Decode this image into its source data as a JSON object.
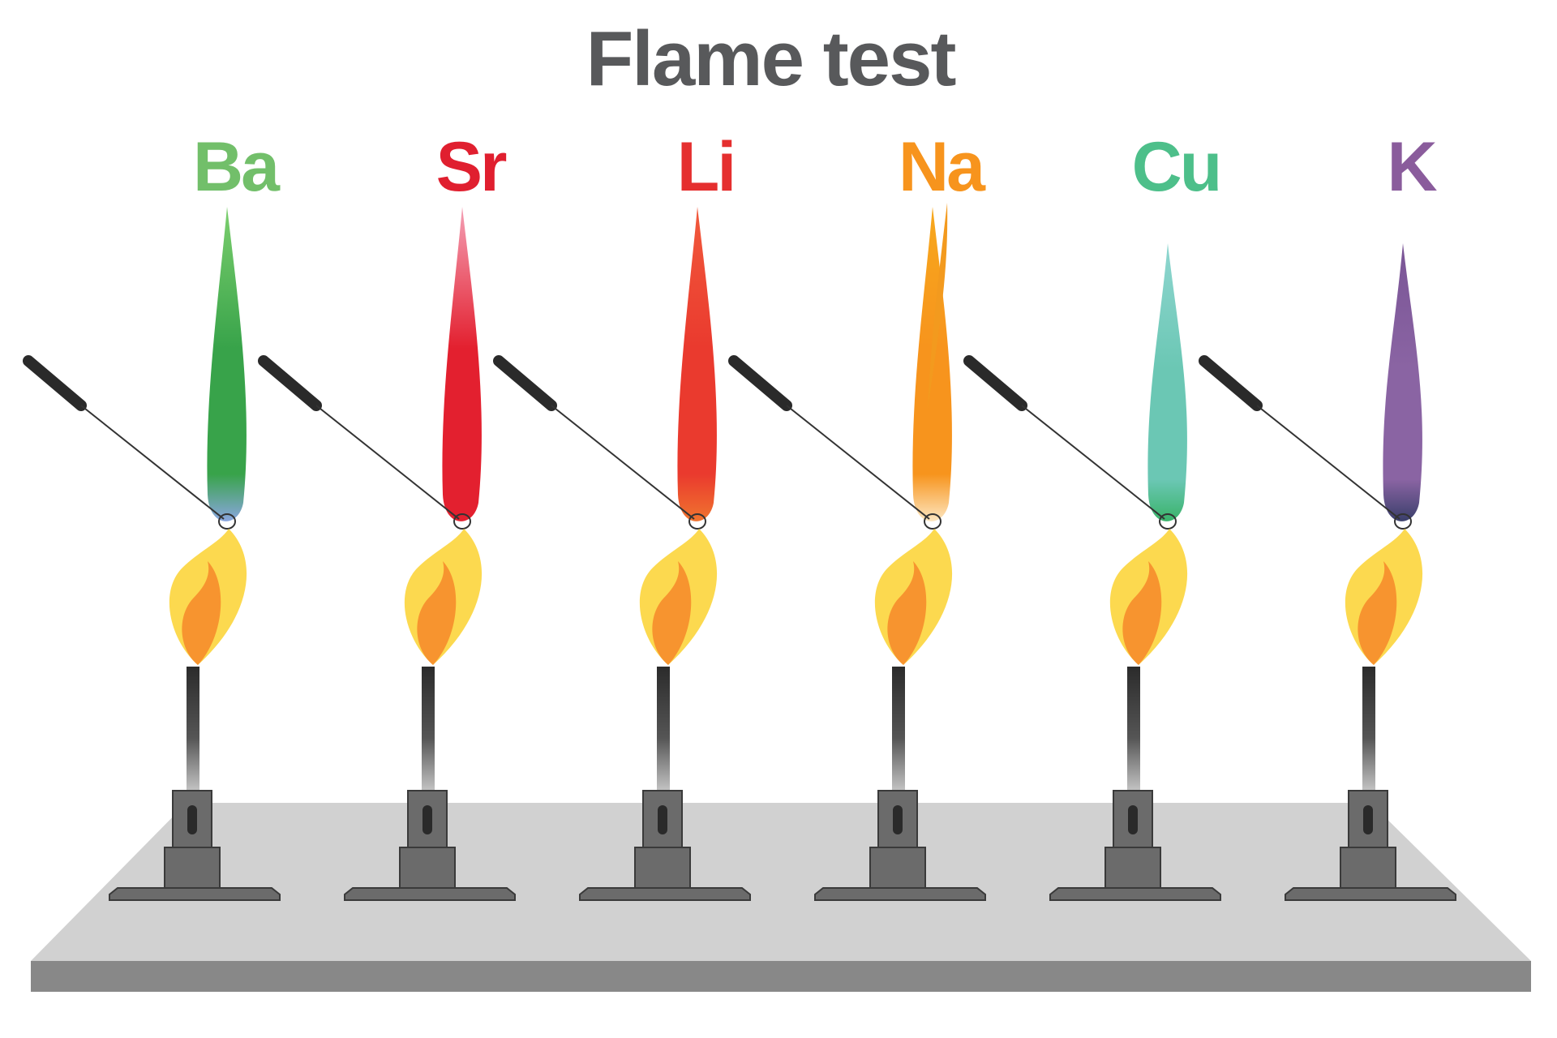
{
  "title": "Flame test",
  "colors": {
    "title": "#58595b",
    "table_top": "#d1d1d1",
    "table_front": "#888888",
    "burner": "#6b6b6b",
    "base_flame_outer": "#fcd94f",
    "base_flame_inner": "#f7942f"
  },
  "burners": [
    {
      "element": "Ba",
      "label_color": "#72bf6a",
      "flame_color": "#38a34a",
      "flame_tip": "#7ccf6e",
      "flame_base": "#8aa6e0"
    },
    {
      "element": "Sr",
      "label_color": "#e01f2f",
      "flame_color": "#e3202f",
      "flame_tip": "#f4a0b5",
      "flame_base": "#e3202f"
    },
    {
      "element": "Li",
      "label_color": "#e52f2f",
      "flame_color": "#ea3a2e",
      "flame_tip": "#f15a3c",
      "flame_base": "#f0742f"
    },
    {
      "element": "Na",
      "label_color": "#f7941d",
      "flame_color": "#f7941d",
      "flame_tip": "#f7a81d",
      "flame_base": "#fde6c0"
    },
    {
      "element": "Cu",
      "label_color": "#4dbf8a",
      "flame_color": "#6bc7b4",
      "flame_tip": "#8fd6d0",
      "flame_base": "#3ab36a"
    },
    {
      "element": "K",
      "label_color": "#8a5c9c",
      "flame_color": "#8a64a3",
      "flame_tip": "#7a5596",
      "flame_base": "#3a3f6b"
    }
  ]
}
